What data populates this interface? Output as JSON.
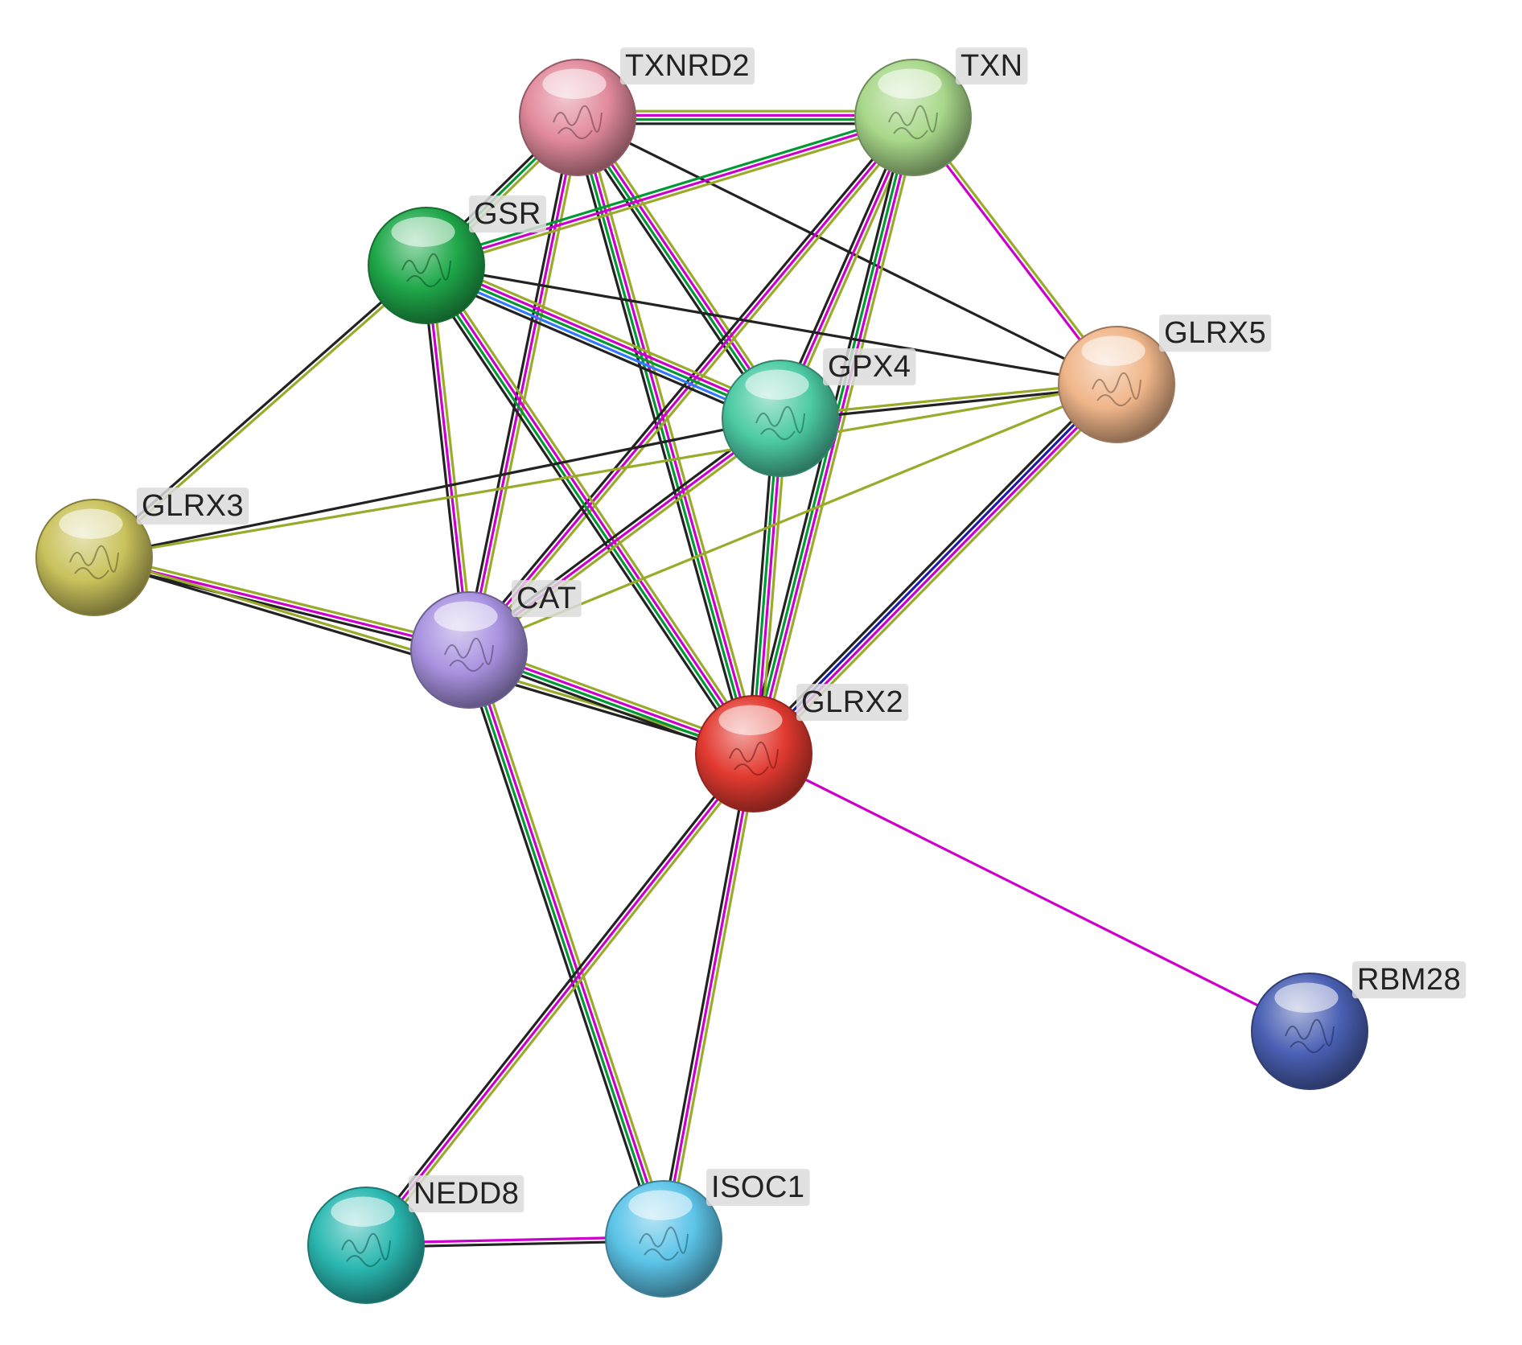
{
  "colors": {
    "coexpression": "#222222",
    "experiments": "#cc00cc",
    "textmining": "#9aaa2a",
    "database": "#009933",
    "homology": "#1a1aaa",
    "cooccurrence": "#3377ff",
    "label_bg": "#dcdcdc",
    "label_text": "#222222"
  },
  "nodes": [
    {
      "id": "TXNRD2",
      "label": "TXNRD2",
      "color": "#e28a9c",
      "label_side": "right",
      "icon": "protein-structure-icon"
    },
    {
      "id": "TXN",
      "label": "TXN",
      "color": "#a8d88a",
      "label_side": "right",
      "icon": "protein-structure-icon"
    },
    {
      "id": "GSR",
      "label": "GSR",
      "color": "#1fa84a",
      "label_side": "right",
      "icon": "protein-structure-icon"
    },
    {
      "id": "GLRX5",
      "label": "GLRX5",
      "color": "#f0b68a",
      "label_side": "right",
      "icon": "protein-structure-icon"
    },
    {
      "id": "GPX4",
      "label": "GPX4",
      "color": "#4ccaa4",
      "label_side": "right",
      "icon": "protein-structure-icon"
    },
    {
      "id": "GLRX3",
      "label": "GLRX3",
      "color": "#c9c25c",
      "label_side": "right",
      "icon": "protein-structure-icon"
    },
    {
      "id": "CAT",
      "label": "CAT",
      "color": "#a892e0",
      "label_side": "right",
      "icon": "protein-structure-icon"
    },
    {
      "id": "GLRX2",
      "label": "GLRX2",
      "color": "#e23a30",
      "label_side": "right",
      "icon": "protein-structure-icon"
    },
    {
      "id": "RBM28",
      "label": "RBM28",
      "color": "#4a60b4",
      "label_side": "right",
      "icon": "protein-structure-icon"
    },
    {
      "id": "NEDD8",
      "label": "NEDD8",
      "color": "#2ab8b0",
      "label_side": "right",
      "icon": "protein-structure-icon"
    },
    {
      "id": "ISOC1",
      "label": "ISOC1",
      "color": "#5cc4e8",
      "label_side": "right",
      "icon": "protein-structure-icon"
    }
  ],
  "edges": [
    {
      "source": "TXNRD2",
      "target": "TXN",
      "types": [
        "textmining",
        "experiments",
        "database",
        "coexpression"
      ]
    },
    {
      "source": "TXNRD2",
      "target": "GSR",
      "types": [
        "textmining",
        "database",
        "coexpression"
      ]
    },
    {
      "source": "TXNRD2",
      "target": "GPX4",
      "types": [
        "textmining",
        "experiments",
        "database",
        "coexpression"
      ]
    },
    {
      "source": "TXNRD2",
      "target": "GLRX5",
      "types": [
        "coexpression"
      ]
    },
    {
      "source": "TXNRD2",
      "target": "CAT",
      "types": [
        "textmining",
        "experiments",
        "coexpression"
      ]
    },
    {
      "source": "TXNRD2",
      "target": "GLRX2",
      "types": [
        "textmining",
        "experiments",
        "database",
        "coexpression"
      ]
    },
    {
      "source": "TXN",
      "target": "GSR",
      "types": [
        "textmining",
        "experiments",
        "database"
      ]
    },
    {
      "source": "TXN",
      "target": "GLRX5",
      "types": [
        "textmining",
        "experiments"
      ]
    },
    {
      "source": "TXN",
      "target": "GPX4",
      "types": [
        "textmining",
        "experiments",
        "coexpression"
      ]
    },
    {
      "source": "TXN",
      "target": "CAT",
      "types": [
        "textmining",
        "experiments",
        "coexpression"
      ]
    },
    {
      "source": "TXN",
      "target": "GLRX2",
      "types": [
        "textmining",
        "experiments",
        "database",
        "coexpression"
      ]
    },
    {
      "source": "GSR",
      "target": "GPX4",
      "types": [
        "textmining",
        "experiments",
        "database",
        "cooccurrence",
        "coexpression"
      ]
    },
    {
      "source": "GSR",
      "target": "GLRX5",
      "types": [
        "coexpression"
      ]
    },
    {
      "source": "GSR",
      "target": "GLRX3",
      "types": [
        "textmining",
        "coexpression"
      ]
    },
    {
      "source": "GSR",
      "target": "CAT",
      "types": [
        "textmining",
        "experiments",
        "coexpression"
      ]
    },
    {
      "source": "GSR",
      "target": "GLRX2",
      "types": [
        "textmining",
        "experiments",
        "database",
        "coexpression"
      ]
    },
    {
      "source": "GPX4",
      "target": "GLRX5",
      "types": [
        "textmining",
        "coexpression"
      ]
    },
    {
      "source": "GPX4",
      "target": "GLRX3",
      "types": [
        "coexpression"
      ]
    },
    {
      "source": "GPX4",
      "target": "CAT",
      "types": [
        "textmining",
        "experiments",
        "coexpression"
      ]
    },
    {
      "source": "GPX4",
      "target": "GLRX2",
      "types": [
        "textmining",
        "experiments",
        "database",
        "coexpression"
      ]
    },
    {
      "source": "GLRX5",
      "target": "GLRX3",
      "types": [
        "textmining"
      ]
    },
    {
      "source": "GLRX5",
      "target": "CAT",
      "types": [
        "textmining"
      ]
    },
    {
      "source": "GLRX5",
      "target": "GLRX2",
      "types": [
        "textmining",
        "experiments",
        "homology",
        "coexpression"
      ]
    },
    {
      "source": "GLRX3",
      "target": "CAT",
      "types": [
        "textmining",
        "experiments",
        "coexpression"
      ]
    },
    {
      "source": "GLRX3",
      "target": "GLRX2",
      "types": [
        "textmining",
        "coexpression"
      ]
    },
    {
      "source": "CAT",
      "target": "GLRX2",
      "types": [
        "textmining",
        "experiments",
        "database",
        "coexpression"
      ]
    },
    {
      "source": "CAT",
      "target": "ISOC1",
      "types": [
        "textmining",
        "experiments",
        "database",
        "coexpression"
      ]
    },
    {
      "source": "GLRX2",
      "target": "RBM28",
      "types": [
        "experiments"
      ]
    },
    {
      "source": "GLRX2",
      "target": "NEDD8",
      "types": [
        "textmining",
        "experiments",
        "coexpression"
      ]
    },
    {
      "source": "GLRX2",
      "target": "ISOC1",
      "types": [
        "textmining",
        "experiments",
        "coexpression"
      ]
    },
    {
      "source": "NEDD8",
      "target": "ISOC1",
      "types": [
        "experiments",
        "coexpression"
      ]
    }
  ]
}
